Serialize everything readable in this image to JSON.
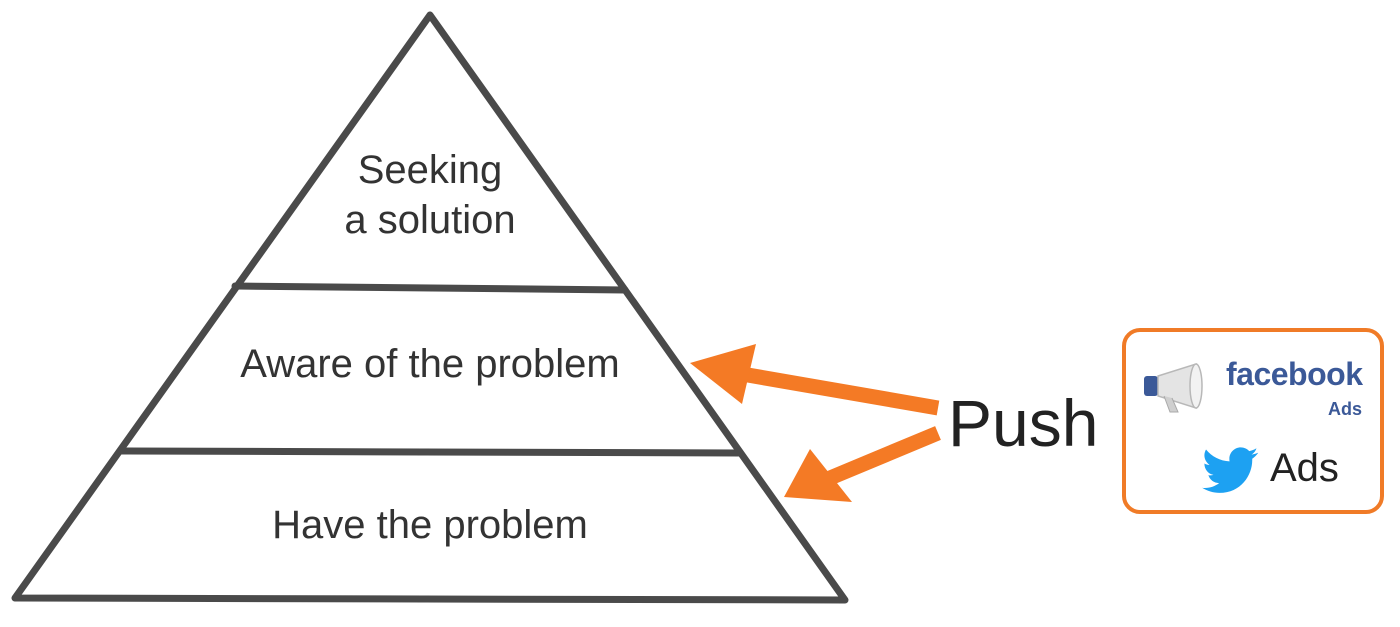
{
  "pyramid": {
    "tiers": [
      {
        "id": "top",
        "lines": [
          "Seeking",
          "a solution"
        ]
      },
      {
        "id": "middle",
        "lines": [
          "Aware of the problem"
        ]
      },
      {
        "id": "bottom",
        "lines": [
          "Have the problem"
        ]
      }
    ]
  },
  "push_label": "Push",
  "ads_box": {
    "facebook_word": "facebook",
    "facebook_sub": "Ads",
    "twitter_label": "Ads"
  },
  "colors": {
    "outline": "#4a4a4a",
    "arrow": "#f47a25",
    "box_border": "#f07b27",
    "facebook_blue": "#3b5998",
    "twitter_blue": "#1da1f2"
  },
  "icons": [
    "megaphone-icon",
    "twitter-bird-icon"
  ]
}
